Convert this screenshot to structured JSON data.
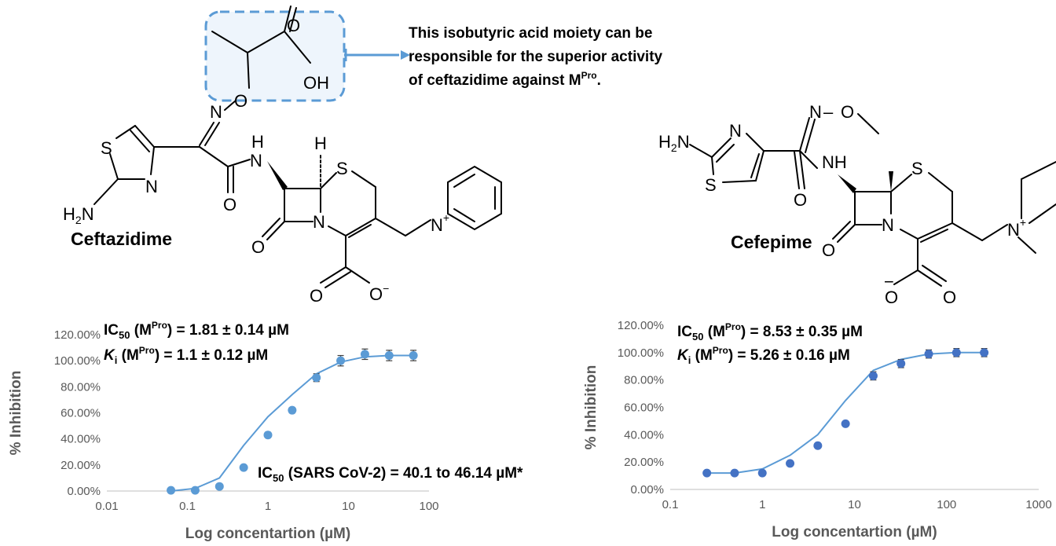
{
  "callout": {
    "line1": "This isobutyric acid moiety can be",
    "line2": "responsible for the superior activity",
    "line3": "of ceftazidime against M",
    "line3_sup": "Pro",
    "line3_end": "."
  },
  "molecules": {
    "left_name": "Ceftazidime",
    "right_name": "Cefepime"
  },
  "atoms": {
    "O": "O",
    "OH": "OH",
    "N": "N",
    "S": "S",
    "H": "H",
    "NH": "NH",
    "H2N_H": "H",
    "H2N_2": "2",
    "H2N_N": "N",
    "N_plus": "N",
    "plus": "+",
    "O_minus": "O",
    "minus": "−"
  },
  "chart_data": [
    {
      "type": "scatter",
      "title": "",
      "xlabel": "Log concentartion (µM)",
      "ylabel": "% Inhibition",
      "xscale": "log",
      "xlim": [
        0.01,
        100
      ],
      "ylim": [
        0,
        1.2
      ],
      "x_ticks": [
        "0.01",
        "0.1",
        "1",
        "10",
        "100"
      ],
      "y_ticks": [
        "0.00%",
        "20.00%",
        "40.00%",
        "60.00%",
        "80.00%",
        "100.00%",
        "120.00%"
      ],
      "series": [
        {
          "x": [
            0.0625,
            0.125,
            0.25,
            0.5,
            1,
            2,
            4,
            8,
            16,
            32,
            64
          ],
          "y": [
            0.005,
            0.005,
            0.035,
            0.18,
            0.43,
            0.62,
            0.87,
            1.0,
            1.05,
            1.04,
            1.04
          ],
          "err": [
            0.005,
            0.005,
            0.01,
            0.015,
            0.02,
            0.02,
            0.03,
            0.04,
            0.04,
            0.04,
            0.04
          ]
        }
      ],
      "fit": {
        "x": [
          0.0625,
          0.125,
          0.25,
          0.5,
          1,
          2,
          4,
          8,
          16,
          32,
          64
        ],
        "y": [
          0.0,
          0.02,
          0.1,
          0.35,
          0.57,
          0.74,
          0.9,
          0.99,
          1.03,
          1.04,
          1.04
        ]
      },
      "annotations": {
        "ic50_label": "IC",
        "ic50_sub": "50",
        "ic50_mid": " (M",
        "ic50_sup": "Pro",
        "ic50_value": ") = 1.81 ± 0.14 µM",
        "ki_label": "K",
        "ki_sub": "i",
        "ki_mid": " (M",
        "ki_sup": "Pro",
        "ki_value": ") = 1.1 ± 0.12 µM",
        "sars_label": "IC",
        "sars_sub": "50",
        "sars_value": " (SARS CoV-2) = 40.1 to 46.14 µM*"
      },
      "colors": {
        "marker": "#5B9BD5",
        "fit": "#5B9BD5"
      }
    },
    {
      "type": "scatter",
      "title": "",
      "xlabel": "Log concentartion (µM)",
      "ylabel": "% Inhibition",
      "xscale": "log",
      "xlim": [
        0.1,
        1000
      ],
      "ylim": [
        0,
        1.2
      ],
      "x_ticks": [
        "0.1",
        "1",
        "10",
        "100",
        "1000"
      ],
      "y_ticks": [
        "0.00%",
        "20.00%",
        "40.00%",
        "60.00%",
        "80.00%",
        "100.00%",
        "120.00%"
      ],
      "series": [
        {
          "x": [
            0.25,
            0.5,
            1,
            2,
            4,
            8,
            16,
            32,
            64,
            128,
            256
          ],
          "y": [
            0.12,
            0.12,
            0.12,
            0.19,
            0.32,
            0.48,
            0.83,
            0.92,
            0.99,
            1.0,
            1.0
          ],
          "err": [
            0.005,
            0.005,
            0.01,
            0.01,
            0.01,
            0.01,
            0.03,
            0.03,
            0.03,
            0.03,
            0.03
          ]
        }
      ],
      "fit": {
        "x": [
          0.25,
          0.5,
          1,
          2,
          4,
          8,
          16,
          32,
          64,
          128,
          256
        ],
        "y": [
          0.12,
          0.12,
          0.15,
          0.25,
          0.4,
          0.65,
          0.87,
          0.95,
          0.99,
          1.0,
          1.0
        ]
      },
      "annotations": {
        "ic50_label": "IC",
        "ic50_sub": "50",
        "ic50_mid": " (M",
        "ic50_sup": "Pro",
        "ic50_value": ") = 8.53 ± 0.35 µM",
        "ki_label": "K",
        "ki_sub": "i",
        "ki_mid": " (M",
        "ki_sup": "Pro",
        "ki_value": ") = 5.26 ± 0.16 µM"
      },
      "colors": {
        "marker": "#4472C4",
        "fit": "#5B9BD5"
      }
    }
  ]
}
